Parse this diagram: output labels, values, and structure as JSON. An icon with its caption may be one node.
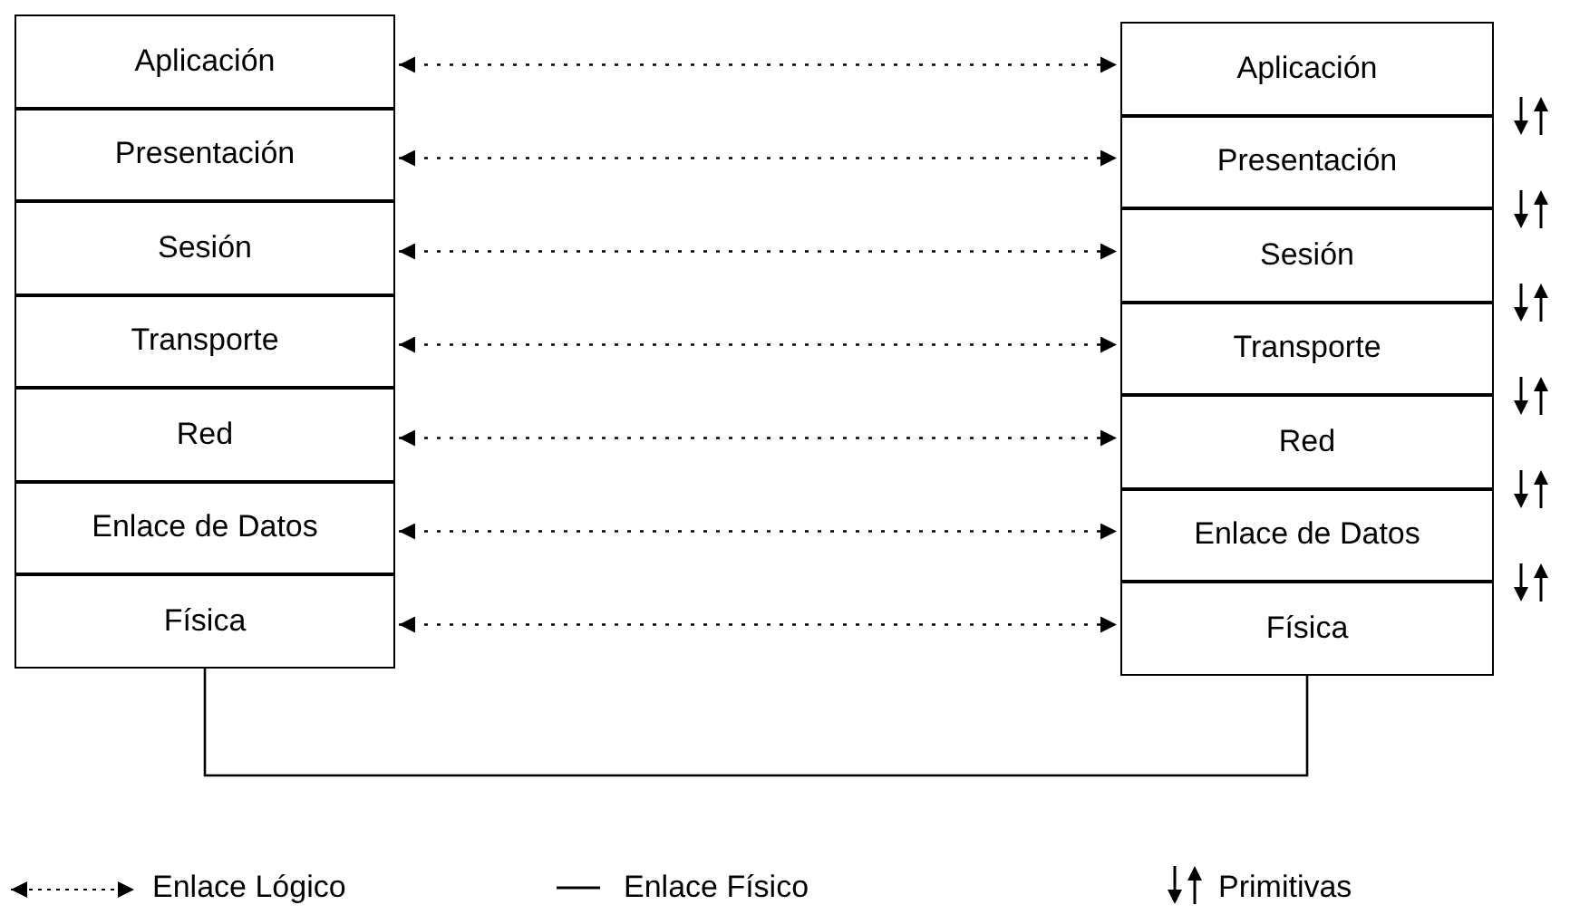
{
  "diagram": {
    "nodes": [
      {
        "text": [
          "Aplicación"
        ]
      },
      {
        "text": [
          "Presentación"
        ]
      },
      {
        "text": [
          "Sesión"
        ]
      },
      {
        "text": [
          "Transporte"
        ]
      },
      {
        "text": [
          "Red"
        ]
      },
      {
        "text": [
          "Enlace de Datos"
        ]
      },
      {
        "text": [
          "Física"
        ]
      },
      {
        "text": [
          "Aplicación"
        ]
      },
      {
        "text": [
          "Presentación"
        ]
      },
      {
        "text": [
          "Sesión"
        ]
      },
      {
        "text": [
          "Transporte"
        ]
      },
      {
        "text": [
          "Red"
        ]
      },
      {
        "text": [
          "Enlace de Datos"
        ]
      },
      {
        "text": [
          "Física"
        ]
      }
    ],
    "edges": [
      {
        "from": 0,
        "to": 7,
        "arrow": "both",
        "style": "dashed"
      },
      {
        "from": 1,
        "to": 8,
        "arrow": "both",
        "style": "dashed"
      },
      {
        "from": 2,
        "to": 9,
        "arrow": "both",
        "style": "dashed"
      },
      {
        "from": 3,
        "to": 10,
        "arrow": "both",
        "style": "dashed"
      },
      {
        "from": 4,
        "to": 11,
        "arrow": "both",
        "style": "dashed"
      },
      {
        "from": 5,
        "to": 12,
        "arrow": "both",
        "style": "dashed"
      },
      {
        "from": 6,
        "to": 13,
        "arrow": "both",
        "style": "dashed"
      },
      {
        "from": 6,
        "to": 13,
        "arrow": "none"
      }
    ],
    "legend": [
      {
        "text": "Enlace Lógico"
      },
      {
        "text": "Enlace Físico"
      },
      {
        "text": "Primitivas"
      }
    ]
  }
}
